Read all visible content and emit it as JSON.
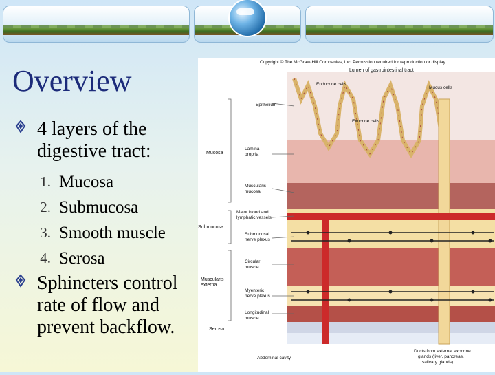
{
  "slide": {
    "title": "Overview",
    "bullets": [
      {
        "text": "4 layers of the digestive tract:"
      },
      {
        "text": "Sphincters control rate of flow and prevent backflow."
      }
    ],
    "sublist": [
      {
        "num": "1.",
        "text": "Mucosa"
      },
      {
        "num": "2.",
        "text": "Submucosa"
      },
      {
        "num": "3.",
        "text": "Smooth muscle"
      },
      {
        "num": "4.",
        "text": "Serosa"
      }
    ]
  },
  "figure": {
    "copyright": "Copyright © The McGraw-Hill Companies, Inc. Permission required for reproduction or display.",
    "lumen": "Lumen of gastrointestinal tract",
    "labels": {
      "endocrine": "Endocrine cells",
      "mucus": "Mucus cells",
      "epithelium": "Epithelium",
      "exocrine": "Exocrine cells",
      "lamina": "Lamina",
      "propria": "propria",
      "mucosa": "Mucosa",
      "muscularis1": "Muscularis",
      "muscularis2": "mucosa",
      "major1": "Major blood and",
      "major2": "lymphatic vessels",
      "submucosa": "Submucosa",
      "submucosal1": "Submucosal",
      "submucosal2": "nerve plexus",
      "circular1": "Circular",
      "circular2": "muscle",
      "muscext1": "Muscularis",
      "muscext2": "externa",
      "myenteric1": "Myenteric",
      "myenteric2": "nerve plexus",
      "longit1": "Longitudinal",
      "longit2": "muscle",
      "serosa": "Serosa",
      "abdominal": "Abdominal cavity",
      "ducts1": "Ducts from external exocrine",
      "ducts2": "glands (liver, pancreas,",
      "ducts3": "salivary glands)"
    }
  },
  "colors": {
    "title": "#1c2b7a",
    "bullet_mark": "#2a3f8f",
    "tissue_red": "#c94a4a",
    "submucosa": "#f4dfa4",
    "mucosa_pink": "#e8b6ad"
  }
}
